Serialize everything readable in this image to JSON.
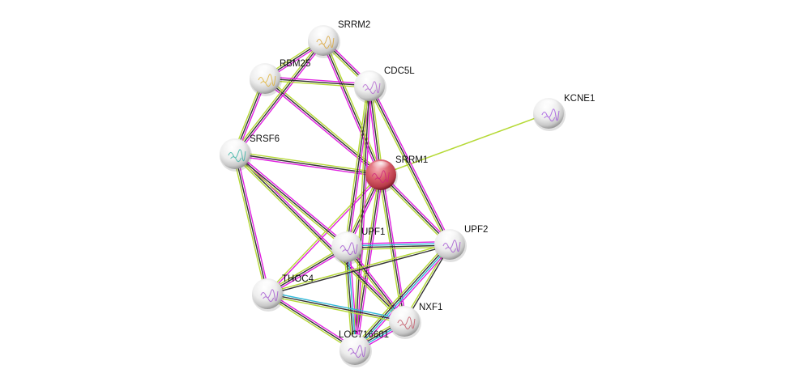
{
  "diagram": {
    "type": "protein-interaction-network",
    "query_protein": "SRRM1",
    "colors": {
      "query_node": "#c9404f",
      "other_node": "#e8e8e8",
      "experiments": "#e020e0",
      "database": "#30b8d8",
      "textmining": "#b5d935",
      "coexpression": "#333333"
    },
    "nodes": [
      {
        "id": "SRRM2",
        "label": "SRRM2",
        "query": false,
        "glyph": "#d8a030"
      },
      {
        "id": "RBM25",
        "label": "RBM25",
        "query": false,
        "glyph": "#e0b030"
      },
      {
        "id": "CDC5L",
        "label": "CDC5L",
        "query": false,
        "glyph": "#b060d0"
      },
      {
        "id": "KCNE1",
        "label": "KCNE1",
        "query": false,
        "glyph": "#a050e0"
      },
      {
        "id": "SRSF6",
        "label": "SRSF6",
        "query": false,
        "glyph": "#30b0a0"
      },
      {
        "id": "SRRM1",
        "label": "SRRM1",
        "query": true,
        "glyph": "#d0207a"
      },
      {
        "id": "UPF1",
        "label": "UPF1",
        "query": false,
        "glyph": "#a050d0"
      },
      {
        "id": "UPF2",
        "label": "UPF2",
        "query": false,
        "glyph": "#a050d0"
      },
      {
        "id": "THOC4",
        "label": "THOC4",
        "query": false,
        "glyph": "#a050d0"
      },
      {
        "id": "NXF1",
        "label": "NXF1",
        "query": false,
        "glyph": "#c05060"
      },
      {
        "id": "LOC716601",
        "label": "LOC716601",
        "query": false,
        "glyph": "#a050d0"
      }
    ],
    "edges": [
      {
        "a": "SRRM1",
        "b": "KCNE1",
        "types": [
          "textmining"
        ]
      },
      {
        "a": "SRRM1",
        "b": "SRRM2",
        "types": [
          "experiments",
          "coexpression",
          "textmining"
        ]
      },
      {
        "a": "SRRM1",
        "b": "RBM25",
        "types": [
          "experiments",
          "coexpression",
          "textmining"
        ]
      },
      {
        "a": "SRRM1",
        "b": "CDC5L",
        "types": [
          "experiments",
          "coexpression",
          "textmining"
        ]
      },
      {
        "a": "SRRM1",
        "b": "SRSF6",
        "types": [
          "experiments",
          "coexpression",
          "textmining"
        ]
      },
      {
        "a": "SRRM1",
        "b": "UPF1",
        "types": [
          "experiments",
          "coexpression",
          "textmining"
        ]
      },
      {
        "a": "SRRM1",
        "b": "UPF2",
        "types": [
          "experiments",
          "coexpression",
          "textmining"
        ]
      },
      {
        "a": "SRRM1",
        "b": "THOC4",
        "types": [
          "experiments",
          "textmining"
        ]
      },
      {
        "a": "SRRM1",
        "b": "NXF1",
        "types": [
          "experiments",
          "coexpression",
          "textmining"
        ]
      },
      {
        "a": "SRRM1",
        "b": "LOC716601",
        "types": [
          "experiments",
          "coexpression",
          "textmining"
        ]
      },
      {
        "a": "SRRM2",
        "b": "RBM25",
        "types": [
          "experiments",
          "coexpression",
          "textmining"
        ]
      },
      {
        "a": "SRRM2",
        "b": "CDC5L",
        "types": [
          "experiments",
          "coexpression",
          "textmining"
        ]
      },
      {
        "a": "SRRM2",
        "b": "SRSF6",
        "types": [
          "experiments",
          "coexpression",
          "textmining"
        ]
      },
      {
        "a": "RBM25",
        "b": "CDC5L",
        "types": [
          "experiments",
          "coexpression",
          "textmining"
        ]
      },
      {
        "a": "RBM25",
        "b": "SRSF6",
        "types": [
          "experiments",
          "coexpression",
          "textmining"
        ]
      },
      {
        "a": "CDC5L",
        "b": "UPF1",
        "types": [
          "experiments",
          "coexpression",
          "textmining"
        ]
      },
      {
        "a": "CDC5L",
        "b": "UPF2",
        "types": [
          "experiments",
          "coexpression",
          "textmining"
        ]
      },
      {
        "a": "CDC5L",
        "b": "LOC716601",
        "types": [
          "experiments",
          "coexpression",
          "textmining"
        ]
      },
      {
        "a": "SRSF6",
        "b": "THOC4",
        "types": [
          "experiments",
          "coexpression",
          "textmining"
        ]
      },
      {
        "a": "SRSF6",
        "b": "NXF1",
        "types": [
          "experiments",
          "coexpression",
          "textmining"
        ]
      },
      {
        "a": "SRSF6",
        "b": "UPF1",
        "types": [
          "experiments",
          "coexpression",
          "textmining"
        ]
      },
      {
        "a": "UPF1",
        "b": "UPF2",
        "types": [
          "experiments",
          "database",
          "coexpression",
          "textmining"
        ]
      },
      {
        "a": "UPF1",
        "b": "THOC4",
        "types": [
          "experiments",
          "coexpression",
          "textmining"
        ]
      },
      {
        "a": "UPF1",
        "b": "NXF1",
        "types": [
          "experiments",
          "coexpression",
          "textmining"
        ]
      },
      {
        "a": "UPF1",
        "b": "LOC716601",
        "types": [
          "experiments",
          "database",
          "coexpression",
          "textmining"
        ]
      },
      {
        "a": "UPF2",
        "b": "THOC4",
        "types": [
          "coexpression",
          "textmining"
        ]
      },
      {
        "a": "UPF2",
        "b": "NXF1",
        "types": [
          "coexpression",
          "textmining"
        ]
      },
      {
        "a": "UPF2",
        "b": "LOC716601",
        "types": [
          "experiments",
          "database",
          "coexpression",
          "textmining"
        ]
      },
      {
        "a": "THOC4",
        "b": "NXF1",
        "types": [
          "database",
          "coexpression",
          "textmining"
        ]
      },
      {
        "a": "THOC4",
        "b": "LOC716601",
        "types": [
          "experiments",
          "coexpression",
          "textmining"
        ]
      },
      {
        "a": "NXF1",
        "b": "LOC716601",
        "types": [
          "experiments",
          "database",
          "coexpression",
          "textmining"
        ]
      }
    ]
  }
}
